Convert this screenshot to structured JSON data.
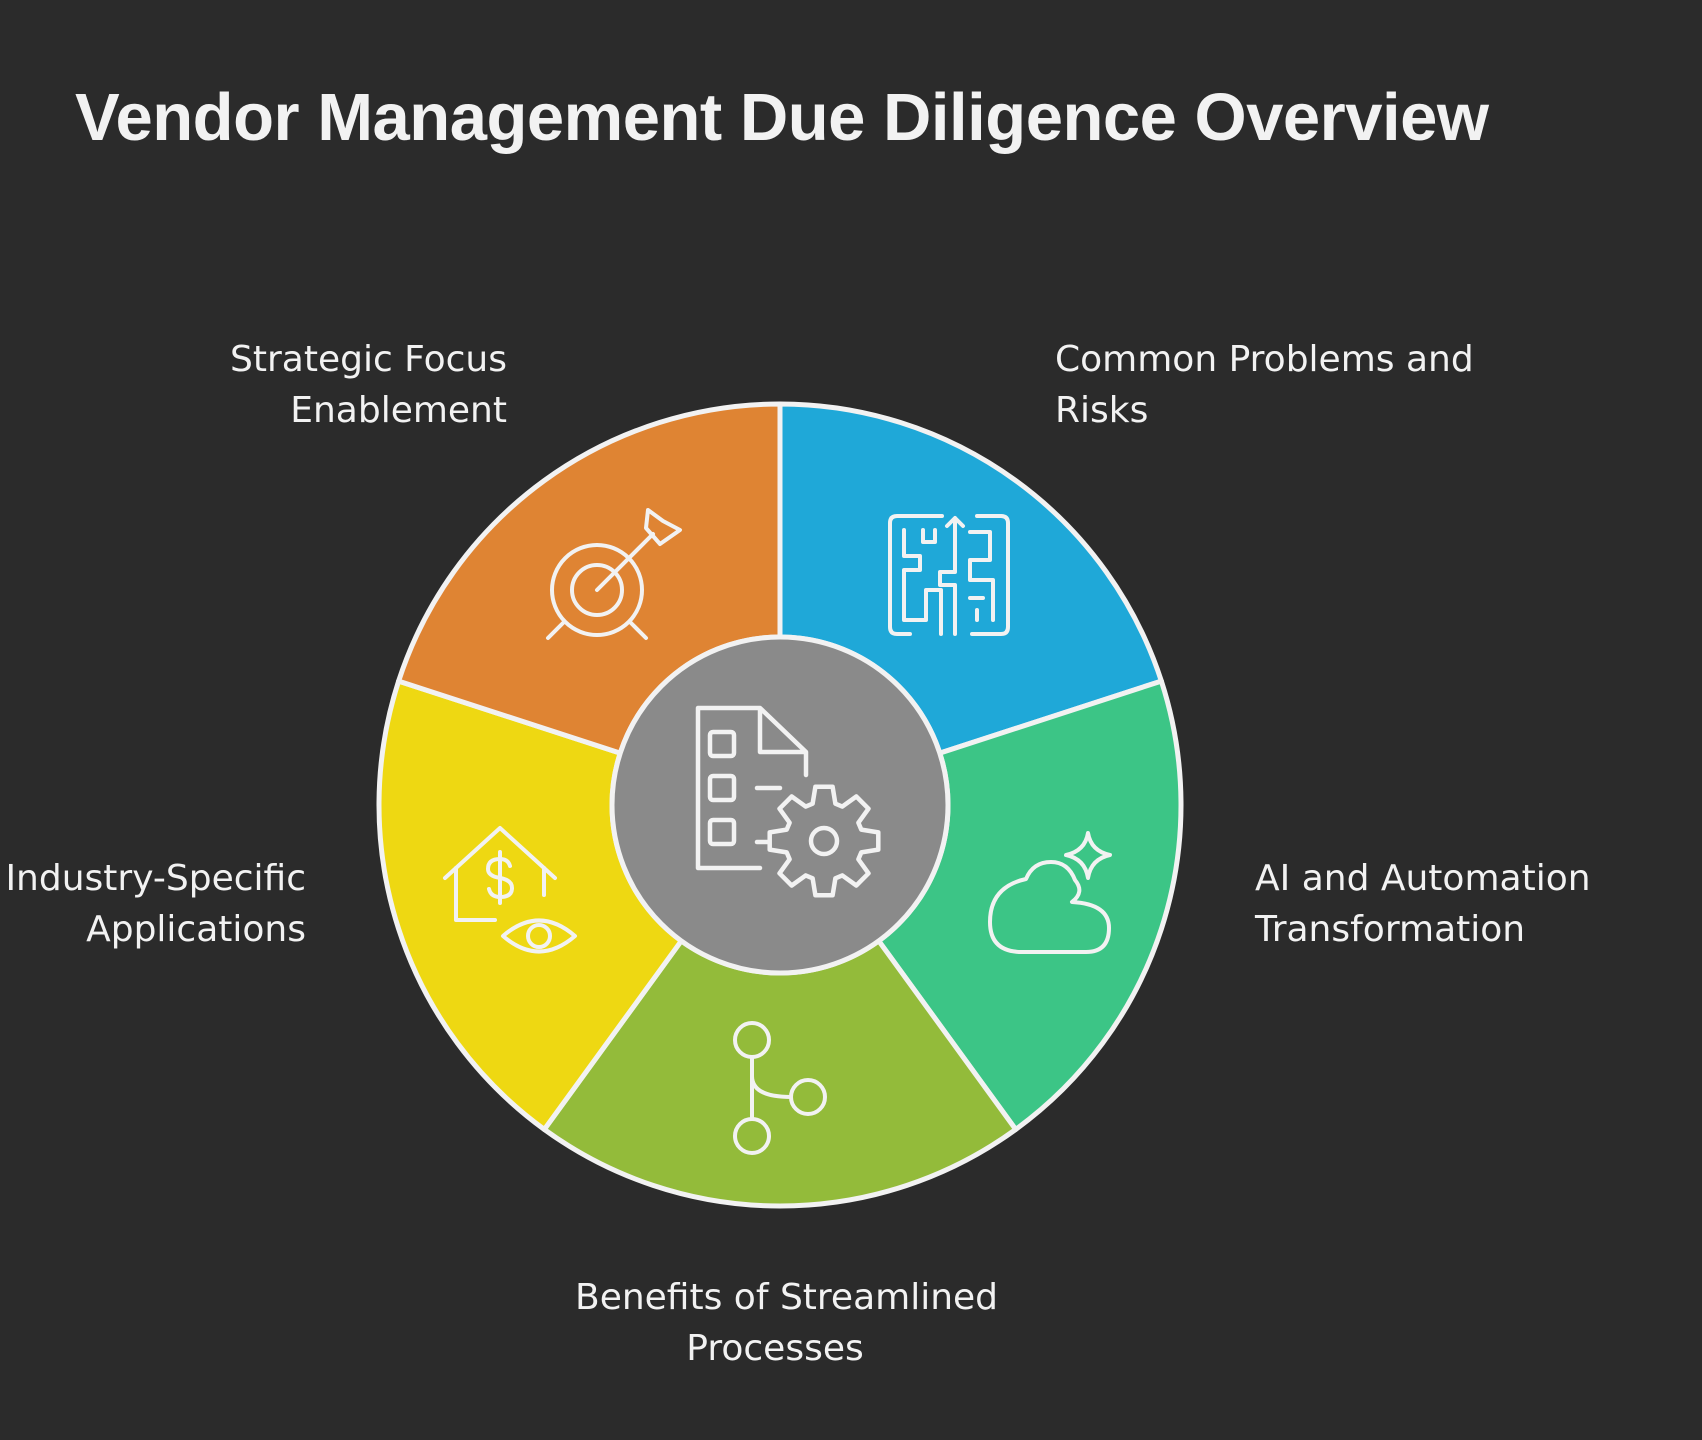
{
  "title": "Vendor Management Due Diligence Overview",
  "segments": [
    {
      "id": "problems",
      "label_lines": [
        "Common Problems and",
        "Risks"
      ],
      "color": "#1fa8d8",
      "icon": "maze-icon"
    },
    {
      "id": "ai",
      "label_lines": [
        "AI and Automation",
        "Transformation"
      ],
      "color": "#3cc586",
      "icon": "cloud-sparkle-icon"
    },
    {
      "id": "benefits",
      "label_lines": [
        "Benefits of Streamlined",
        "Processes"
      ],
      "color": "#93bb3a",
      "icon": "branch-icon"
    },
    {
      "id": "industry",
      "label_lines": [
        "Industry-Specific",
        "Applications"
      ],
      "color": "#eed812",
      "icon": "house-dollar-eye-icon"
    },
    {
      "id": "strategic",
      "label_lines": [
        "Strategic Focus",
        "Enablement"
      ],
      "color": "#df8433",
      "icon": "target-arrow-icon"
    }
  ],
  "center": {
    "color": "#8a8a8a",
    "icon": "checklist-gear-icon"
  },
  "colors": {
    "background": "#2b2b2b",
    "text": "#f2f2f2",
    "stroke": "#f2f2f2"
  }
}
